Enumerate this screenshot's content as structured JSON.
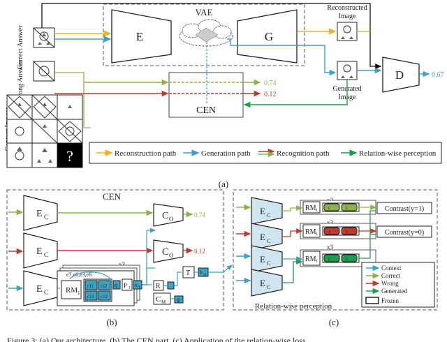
{
  "panel_a": {
    "vae_label": "VAE",
    "encoder_label": "E",
    "generator_label": "G",
    "discriminator_label": "D",
    "cen_label": "CEN",
    "correct_answer": "Correct Answer",
    "wrong_answer": "Wrong Answer",
    "context_images": "Context Images",
    "question_mark": "?",
    "reconstructed_image": [
      "Reconstructed",
      "Image"
    ],
    "generated_image": [
      "Generated",
      "Image"
    ],
    "score_correct": "0.74",
    "score_wrong": "0.12",
    "score_d": "0.67",
    "legend": {
      "reconstruction": "Reconstruction path",
      "generation": "Generation path",
      "recognition": "Recognition path",
      "relation": "Relation-wise perception"
    },
    "caption": "(a)"
  },
  "panel_b": {
    "title": "CEN",
    "encoder": "E",
    "encoder_sub": "C",
    "classifier": "C",
    "classifier_sub": "O",
    "score_correct": "0.74",
    "score_wrong": "0.12",
    "x3": "x3",
    "e_list": "e7,e8,e3,e6",
    "rm": "RM",
    "rm_sub": "1",
    "r11": "r11",
    "r12": "r12",
    "c11": "c11",
    "c12": "c12",
    "q": "q",
    "p": "P",
    "p_sub": "1",
    "x": "x",
    "x_sub": "1",
    "r": "R",
    "t": "T",
    "h": "h",
    "h_sub": "n",
    "cm": "C",
    "cm_sub": "M",
    "psi": "ψ",
    "caption": "(b)"
  },
  "panel_c": {
    "encoder": "E",
    "encoder_sub": "C",
    "x3": "x3",
    "rm": "RM",
    "rm_sub": "1",
    "contrast_pos": "Contrast(y=1)",
    "contrast_neg": "Contrast(y=0)",
    "chip_c": "c",
    "chip_r": "r",
    "legend": {
      "context": "Context",
      "correct": "Correct",
      "wrong": "Wrong",
      "generated": "Generated",
      "frozen": "Frozen"
    },
    "footer": "Relation-wise perception",
    "caption": "(c)"
  },
  "figure_caption": "Figure 3: (a) Our architecture. (b) The CEN part. (c) Application of the relation-wise loss",
  "colors": {
    "orange": "#f5b21b",
    "blue": "#3aa4c6",
    "green": "#8ab34a",
    "red": "#c0392b",
    "darkgreen": "#1e9e4a",
    "lightblue": "#cfe6f0"
  }
}
